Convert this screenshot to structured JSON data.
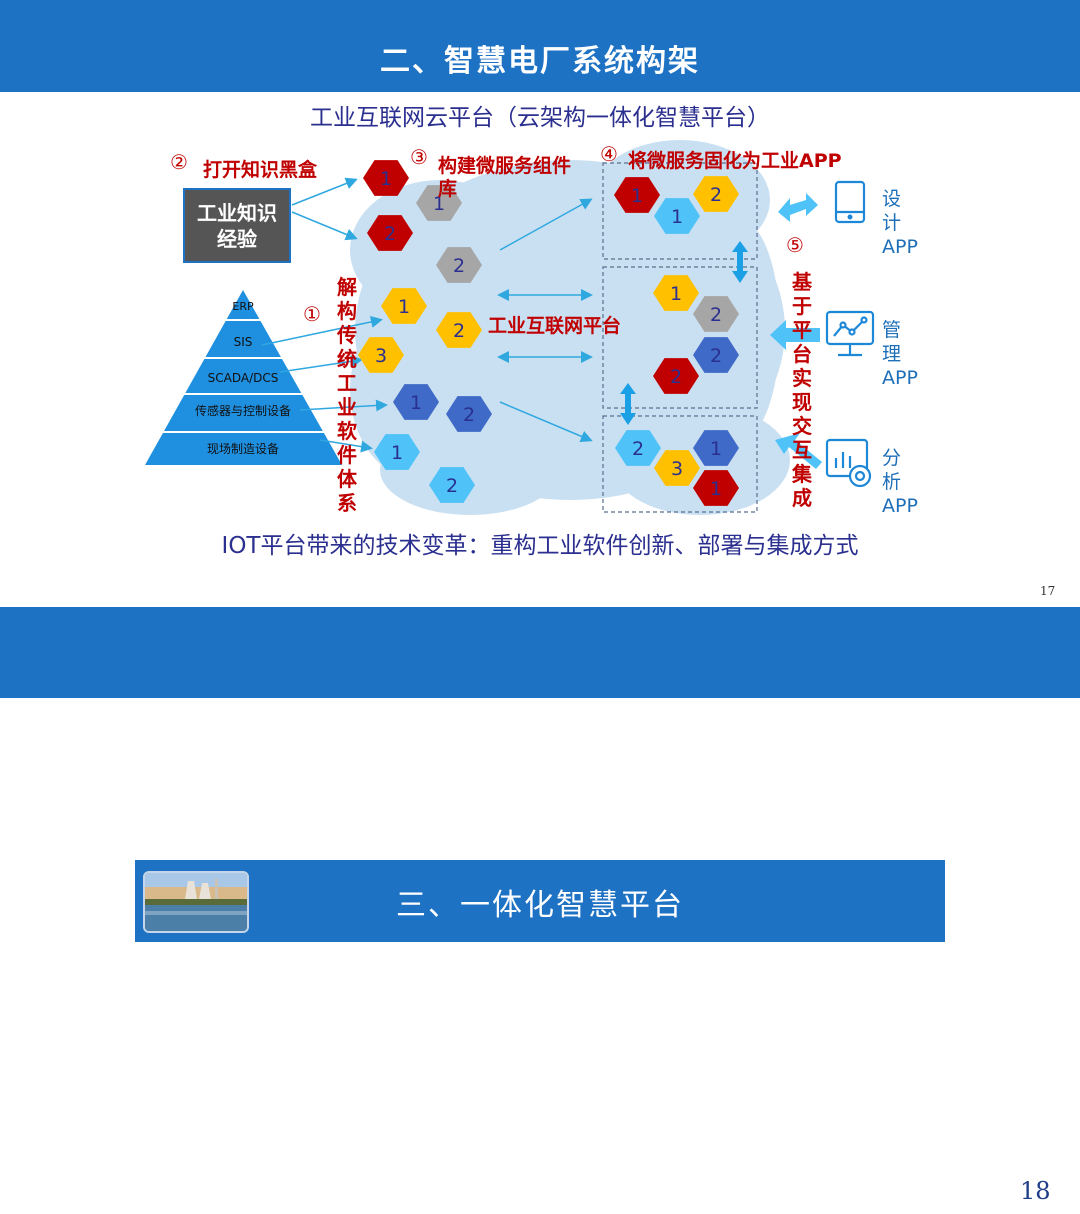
{
  "slide17": {
    "title": "二、智慧电厂系统构架",
    "subtitle": "工业互联网云平台（云架构一体化智慧平台）",
    "step2": {
      "num": "②",
      "label": "打开知识黑盒"
    },
    "knowledge_box": {
      "line1": "工业知识",
      "line2": "经验"
    },
    "step3": {
      "num": "③",
      "label_line1": "构建微服务组件",
      "label_line2": "库"
    },
    "step4": {
      "num": "④",
      "label": "将微服务固化为工业APP"
    },
    "step1": {
      "num": "①",
      "label": "解构传统工业软件体系"
    },
    "step5": {
      "num": "⑤",
      "label": "基于平台实现交互集成"
    },
    "platform_label": "工业互联网平台",
    "pyramid": [
      "ERP",
      "SIS",
      "SCADA/DCS",
      "传感器与控制设备",
      "现场制造设备"
    ],
    "apps": [
      {
        "name": "设计",
        "suffix": "APP",
        "icon": "tablet-icon"
      },
      {
        "name": "管理",
        "suffix": "APP",
        "icon": "monitor-chart-icon"
      },
      {
        "name": "分析",
        "suffix": "APP",
        "icon": "analysis-gear-icon"
      }
    ],
    "bottom_text": "IOT平台带来的技术变革：重构工业软件创新、部署与集成方式",
    "page_number": "17",
    "hex_numbers": {
      "left": [
        "1",
        "1",
        "2",
        "2",
        "1",
        "2",
        "3",
        "1",
        "2",
        "1",
        "2"
      ],
      "box1": [
        "1",
        "2",
        "1"
      ],
      "box2": [
        "1",
        "2",
        "2",
        "2"
      ],
      "box3": [
        "2",
        "1",
        "3",
        "1"
      ]
    },
    "colors": {
      "red": "#c00000",
      "gray": "#a6a6a6",
      "yellow": "#ffc000",
      "cyan": "#4fc3f7",
      "blue": "#3f6ac7",
      "header": "#1e72c4"
    }
  },
  "slide18": {
    "title": "三、一体化智慧平台",
    "page_number": "18"
  }
}
